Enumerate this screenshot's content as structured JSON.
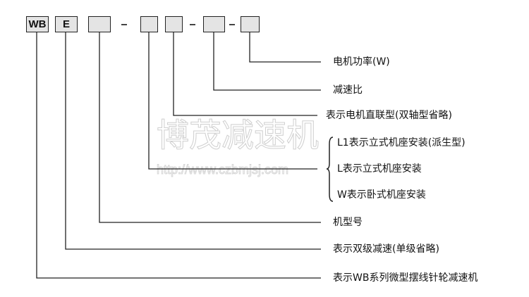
{
  "code_boxes": [
    "WB",
    "E",
    "",
    "",
    "",
    "",
    ""
  ],
  "separator": "-",
  "labels": {
    "power": "电机功率(W)",
    "ratio": "减速比",
    "direct": "表示电机直联型(双轴型省略)",
    "mount_l1": "L1表示立式机座安装(派生型)",
    "mount_l": "L表示立式机座安装",
    "mount_w": "W表示卧式机座安装",
    "frame": "机型号",
    "stage": "表示双级减速(单级省略)",
    "series": "表示WB系列微型摆线针轮减速机"
  },
  "watermark": {
    "name": "博茂减速机",
    "url": "http://www.czbmjsj.com"
  }
}
